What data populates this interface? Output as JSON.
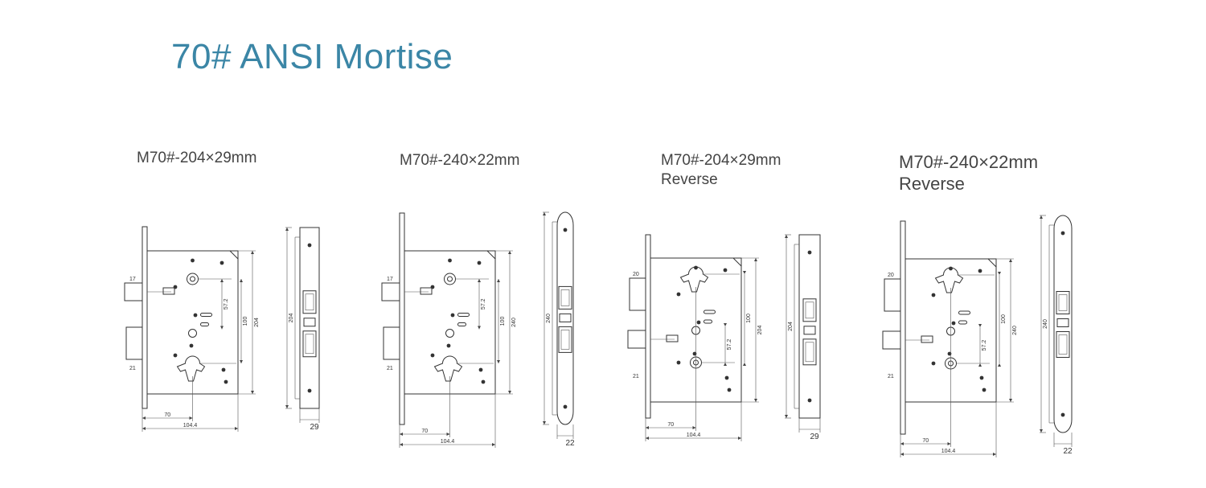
{
  "title": "70# ANSI Mortise",
  "models": [
    {
      "line1": "M70#-204×29mm",
      "line2": "",
      "dims": {
        "backset": "70",
        "width": "104.4",
        "height": "204",
        "faceplate": "29",
        "small_a": "17",
        "small_b": "21",
        "small_c": "57.2",
        "small_d": "100"
      }
    },
    {
      "line1": "M70#-240×22mm",
      "line2": "",
      "dims": {
        "backset": "70",
        "width": "104.4",
        "height": "240",
        "faceplate": "22",
        "small_a": "17",
        "small_b": "21",
        "small_c": "57.2",
        "small_d": "100"
      }
    },
    {
      "line1": "M70#-204×29mm",
      "line2": "Reverse",
      "dims": {
        "backset": "70",
        "width": "104.4",
        "height": "204",
        "faceplate": "29",
        "small_a": "20",
        "small_b": "21",
        "small_c": "57.2",
        "small_d": "100"
      }
    },
    {
      "line1": "M70#-240×22mm",
      "line2": "Reverse",
      "dims": {
        "backset": "70",
        "width": "104.4",
        "height": "240",
        "faceplate": "22",
        "small_a": "20",
        "small_b": "21",
        "small_c": "57.2",
        "small_d": "100"
      }
    }
  ]
}
